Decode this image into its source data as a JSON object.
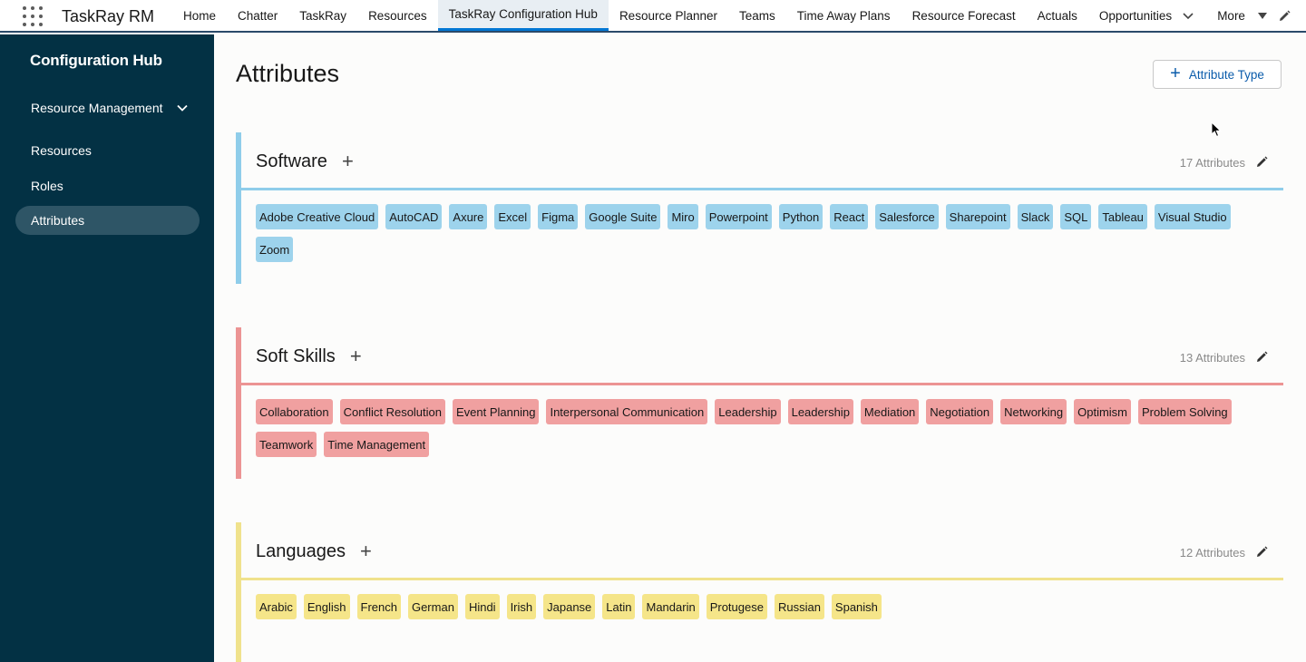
{
  "app": {
    "name": "TaskRay RM"
  },
  "nav": {
    "items": [
      {
        "label": "Home"
      },
      {
        "label": "Chatter"
      },
      {
        "label": "TaskRay"
      },
      {
        "label": "Resources"
      },
      {
        "label": "TaskRay Configuration Hub",
        "active": true
      },
      {
        "label": "Resource Planner"
      },
      {
        "label": "Teams"
      },
      {
        "label": "Time Away Plans"
      },
      {
        "label": "Resource Forecast"
      },
      {
        "label": "Actuals"
      },
      {
        "label": "Opportunities"
      },
      {
        "label": "More"
      }
    ]
  },
  "sidebar": {
    "title": "Configuration Hub",
    "section": "Resource Management",
    "links": [
      {
        "label": "Resources"
      },
      {
        "label": "Roles"
      },
      {
        "label": "Attributes",
        "active": true
      }
    ]
  },
  "main": {
    "title": "Attributes",
    "add_type_label": "Attribute Type"
  },
  "sections": [
    {
      "name": "Software",
      "count": "17 Attributes",
      "color": "#8fcdea",
      "chip_color": "#9dd3ec",
      "chips": [
        "Adobe Creative Cloud",
        "AutoCAD",
        "Axure",
        "Excel",
        "Figma",
        "Google Suite",
        "Miro",
        "Powerpoint",
        "Python",
        "React",
        "Salesforce",
        "Sharepoint",
        "Slack",
        "SQL",
        "Tableau",
        "Visual Studio",
        "Zoom"
      ]
    },
    {
      "name": "Soft Skills",
      "count": "13 Attributes",
      "color": "#ec9494",
      "chip_color": "#f0a0a0",
      "chips": [
        "Collaboration",
        "Conflict Resolution",
        "Event Planning",
        "Interpersonal Communication",
        "Leadership",
        "Leadership",
        "Mediation",
        "Negotiation",
        "Networking",
        "Optimism",
        "Problem Solving",
        "Teamwork",
        "Time Management"
      ]
    },
    {
      "name": "Languages",
      "count": "12 Attributes",
      "color": "#f0e28c",
      "chip_color": "#f5e589",
      "chips": [
        "Arabic",
        "English",
        "French",
        "German",
        "Hindi",
        "Irish",
        "Japanse",
        "Latin",
        "Mandarin",
        "Protugese",
        "Russian",
        "Spanish"
      ]
    }
  ]
}
